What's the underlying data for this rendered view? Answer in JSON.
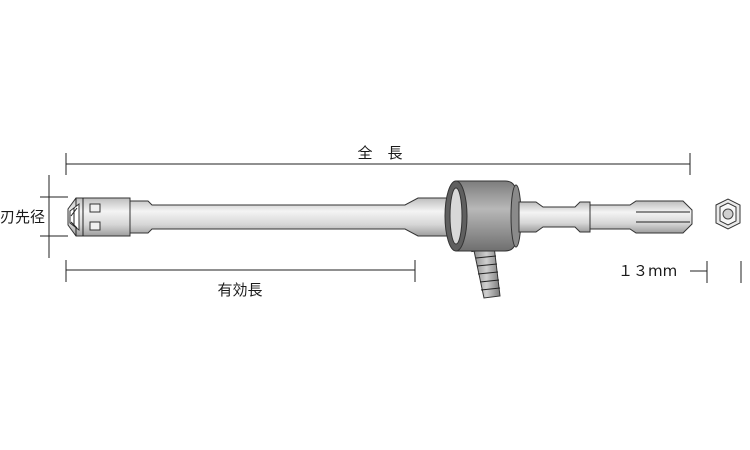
{
  "labels": {
    "overall_length": "全　長",
    "effective_length": "有効長",
    "blade_diameter": "刃先径",
    "shank_size": "１３mm"
  },
  "colors": {
    "metal_light": "#e6e6e6",
    "metal_mid": "#cfcfcf",
    "metal_dark": "#8c8c8c",
    "collar": "#9a9a9a",
    "line": "#222222"
  }
}
